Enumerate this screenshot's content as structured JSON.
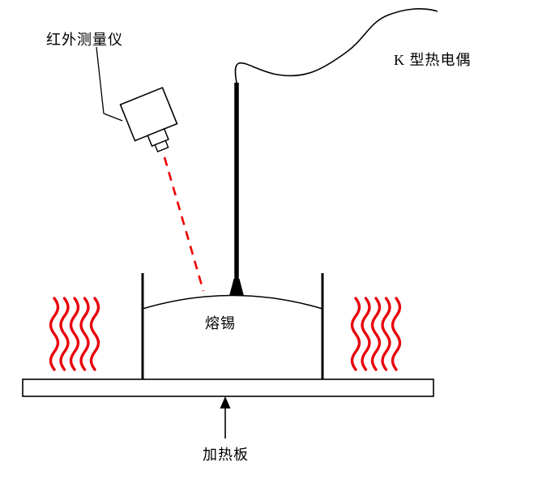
{
  "colors": {
    "line": "#000000",
    "heat_red": "#e8000b",
    "laser_red": "#ee0000"
  },
  "labels": {
    "infrared_meter": "红外测量仪",
    "thermocouple": "K 型热电偶",
    "molten_tin": "熔锡",
    "heating_plate": "加热板"
  }
}
